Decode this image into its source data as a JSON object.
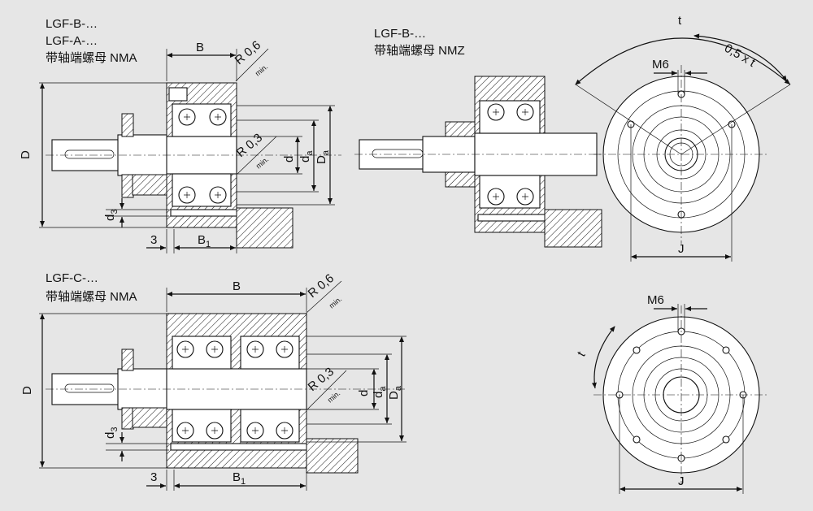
{
  "top_left": {
    "captions": [
      "LGF-B-…",
      "LGF-A-…",
      "带轴端螺母 NMA"
    ],
    "dims": {
      "B": "B",
      "R06": "R 0,6",
      "min1": "min.",
      "R03": "R 0,3",
      "min2": "min.",
      "D": "D",
      "d": "d",
      "da": "d",
      "da_sub": "a",
      "Da": "D",
      "Da_sub": "a",
      "d3": "d",
      "d3_sub": "3",
      "three": "3",
      "B1": "B",
      "B1_sub": "1"
    }
  },
  "top_middle": {
    "captions": [
      "LGF-B-…",
      "带轴端螺母 NMZ"
    ]
  },
  "top_right": {
    "dims": {
      "t": "t",
      "half_t": "0,5 x t",
      "M6": "M6",
      "J": "J"
    }
  },
  "bottom_left": {
    "captions": [
      "LGF-C-…",
      "带轴端螺母 NMA"
    ],
    "dims": {
      "B": "B",
      "R06": "R 0,6",
      "min1": "min.",
      "R03": "R 0,3",
      "min2": "min.",
      "D": "D",
      "d": "d",
      "da": "d",
      "da_sub": "a",
      "Da": "D",
      "Da_sub": "a",
      "d3": "d",
      "d3_sub": "3",
      "three": "3",
      "B1": "B",
      "B1_sub": "1"
    }
  },
  "bottom_right": {
    "dims": {
      "M6": "M6",
      "t": "t",
      "J": "J"
    }
  }
}
